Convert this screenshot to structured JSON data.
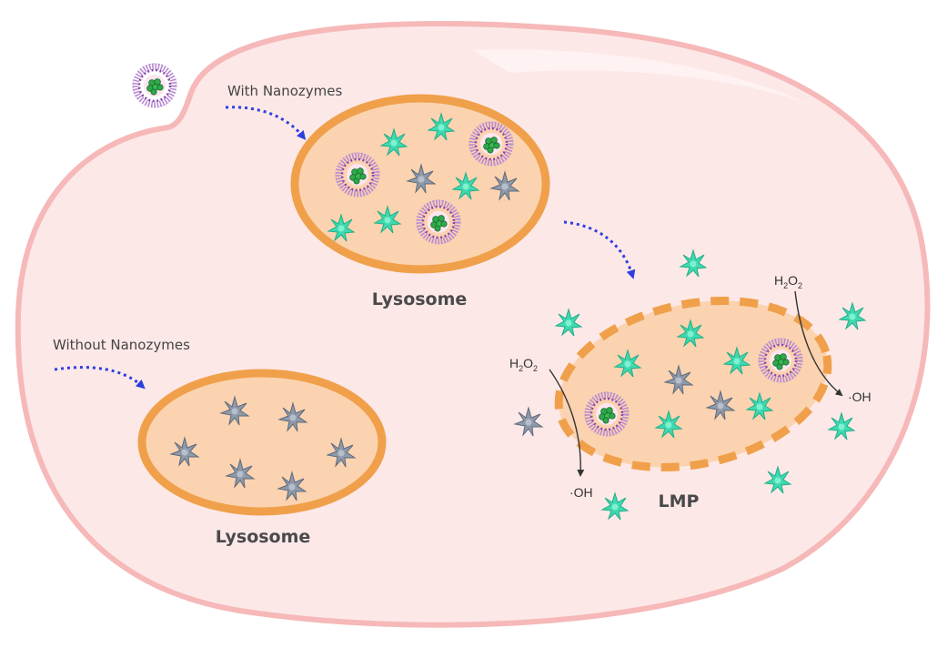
{
  "labels": {
    "with": "With Nanozymes",
    "without": "Without Nanozymes",
    "lyso_top": "Lysosome",
    "lyso_bottom": "Lysosome",
    "lmp": "LMP",
    "h2o2": {
      "h": "H",
      "two_a": "2",
      "o": "O",
      "two_b": "2"
    },
    "oh": "·OH"
  },
  "colors": {
    "cell_fill": "#fde8e8",
    "cell_stroke": "#f6b8b8",
    "lyso_fill": "#fbd3b0",
    "lyso_stroke": "#f0a04a",
    "enzyme_active": "#3fd9b0",
    "enzyme_inactive": "#8e99aa",
    "arrow": "#2b3fe0",
    "shell": "#a05bbf",
    "core": "#2fa84a"
  },
  "icons": [
    "nanozyme-icon",
    "active-enzyme-icon",
    "inactive-enzyme-icon"
  ]
}
